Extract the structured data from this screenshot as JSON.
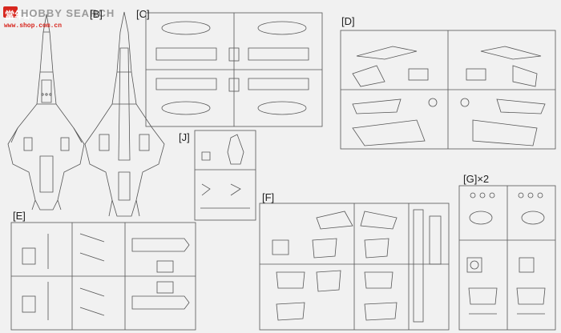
{
  "watermark": {
    "cn": "當年網",
    "title": "HOBBY SEARCH",
    "url": "www.shop.com.cn"
  },
  "sections": {
    "B": "[B]",
    "C": "[C]",
    "D": "[D]",
    "J": "[J]",
    "E": "[E]",
    "F": "[F]",
    "G": "[G]×2"
  },
  "colors": {
    "paper": "#f1f1f1",
    "ink": "#555555",
    "watermark_red": "#d7261e"
  }
}
